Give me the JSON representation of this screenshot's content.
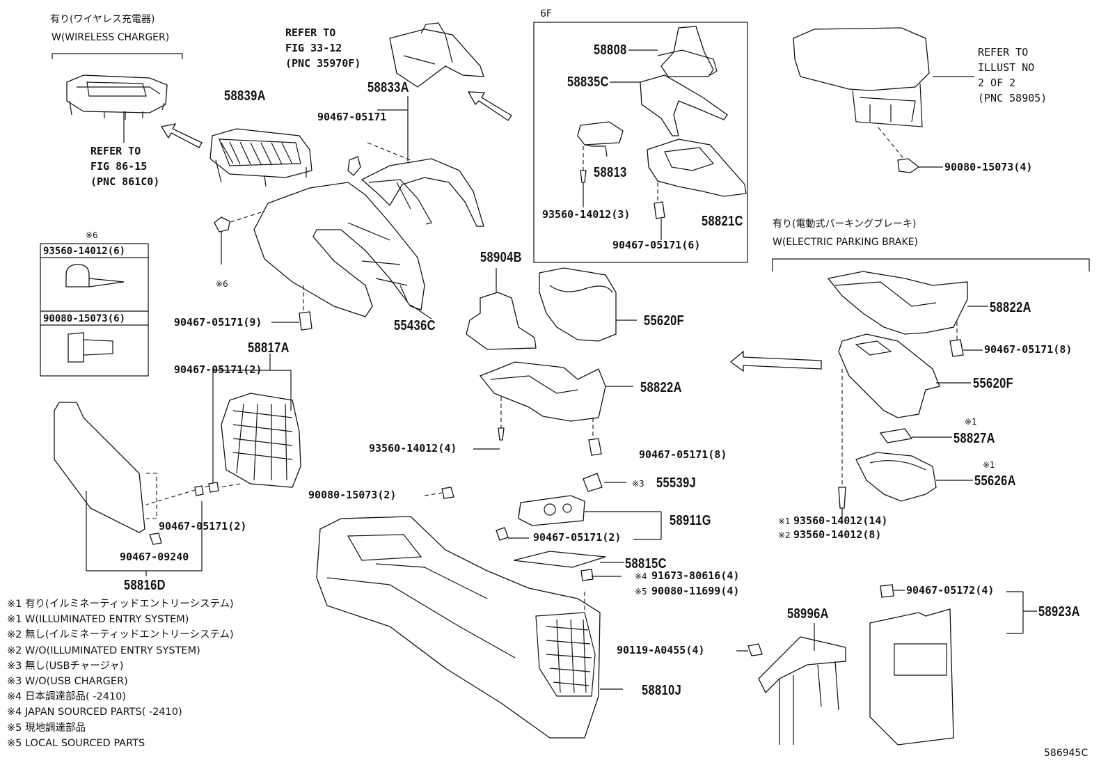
{
  "diagram": {
    "code": "586945C",
    "headers": {
      "wireless_jp": "有り(ワイヤレス充電器)",
      "wireless_en": "W(WIRELESS CHARGER)",
      "epb_jp": "有り(電動式パーキングブレーキ)",
      "epb_en": "W(ELECTRIC PARKING BRAKE)",
      "frame_6f": "6F"
    },
    "references": {
      "fig_33_12": [
        "REFER TO",
        "FIG 33-12",
        "(PNC 35970F)"
      ],
      "fig_86_15": [
        "REFER TO",
        "FIG 86-15",
        "(PNC 861C0)"
      ],
      "illust_2": [
        "REFER TO",
        "ILLUST NO",
        "2 OF 2",
        "(PNC 58905)"
      ]
    },
    "parts": {
      "p58808": "58808",
      "p58835C": "58835C",
      "p58813": "58813",
      "p58821C": "58821C",
      "p58839A": "58839A",
      "p58833A": "58833A",
      "p58904B": "58904B",
      "p55436C": "55436C",
      "p55620F": "55620F",
      "p58817A": "58817A",
      "p58822A": "58822A",
      "p55539J": "55539J",
      "p58911G": "58911G",
      "p58816D": "58816D",
      "p58815C": "58815C",
      "p58810J": "58810J",
      "p58996A": "58996A",
      "p58923A": "58923A",
      "p58822A_r": "58822A",
      "p55620F_r": "55620F",
      "p58827A": "58827A",
      "p55626A": "55626A"
    },
    "small_parts": {
      "s9046705171_top": "90467-05171",
      "s9356014012_3": "93560-14012(3)",
      "s9046705171_6": "90467-05171(6)",
      "s9008015073_4": "90080-15073(4)",
      "s9046705171_9": "90467-05171(9)",
      "s9046705171_2a": "90467-05171(2)",
      "s9046705171_2b": "90467-05171(2)",
      "s9046709240": "90467-09240",
      "s9356014012_4": "93560-14012(4)",
      "s9046705171_8": "90467-05171(8)",
      "s9008015073_2": "90080-15073(2)",
      "s9046705171_2c": "90467-05171(2)",
      "s9167380616_4": "91673-80616(4)",
      "s9008011699_4": "90080-11699(4)",
      "s90119A0455_4": "90119-A0455(4)",
      "s9046705172_4": "90467-05172(4)",
      "s9046705171_8r": "90467-05171(8)",
      "s9356014012_14": "93560-14012(14)",
      "s9356014012_8": "93560-14012(8)"
    },
    "marks": {
      "m1": "※1",
      "m2": "※2",
      "m3": "※3",
      "m4": "※4",
      "m5": "※5",
      "m6": "※6"
    },
    "fastener_table": {
      "row1": "93560-14012(6)",
      "row2": "90080-15073(6)"
    },
    "legend": [
      "※1  有り(イルミネーティッドエントリーシステム)",
      "※1  W(ILLUMINATED ENTRY SYSTEM)",
      "※2  無し(イルミネーティッドエントリーシステム)",
      "※2  W/O(ILLUMINATED ENTRY SYSTEM)",
      "※3  無し(USBチャージャ)",
      "※3  W/O(USB CHARGER)",
      "※4 日本調達部品(    -2410)",
      "※4 JAPAN SOURCED PARTS(    -2410)",
      "※5 現地調達部品",
      "※5 LOCAL SOURCED PARTS"
    ]
  }
}
